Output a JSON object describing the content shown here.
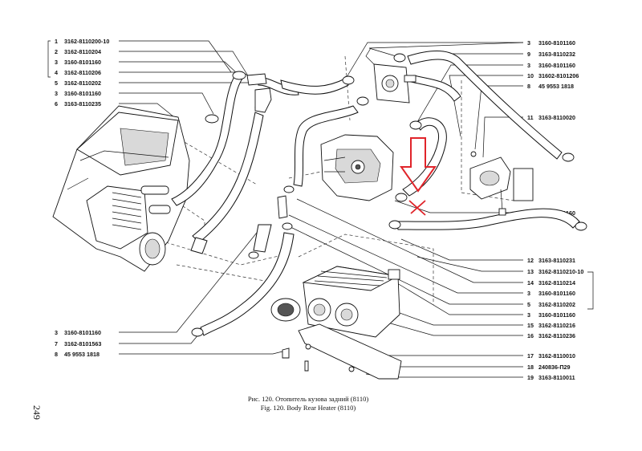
{
  "page_number": "249",
  "caption": {
    "ru": "Рис. 120. Отопитель кузова задний (8110)",
    "en": "Fig. 120. Body Rear Heater (8110)"
  },
  "left_callouts": [
    {
      "num": "1",
      "part": "3162-8110200-10"
    },
    {
      "num": "2",
      "part": "3162-8110204"
    },
    {
      "num": "3",
      "part": "3160-8101160"
    },
    {
      "num": "4",
      "part": "3162-8110206"
    },
    {
      "num": "5",
      "part": "3162-8110202"
    },
    {
      "num": "3",
      "part": "3160-8101160"
    },
    {
      "num": "6",
      "part": "3163-8110235"
    },
    {
      "num": "3",
      "part": "3160-8101160"
    },
    {
      "num": "7",
      "part": "3162-8101563"
    },
    {
      "num": "8",
      "part": "45 9553 1818"
    }
  ],
  "right_callouts": [
    {
      "num": "3",
      "part": "3160-8101160"
    },
    {
      "num": "9",
      "part": "3163-8110232"
    },
    {
      "num": "3",
      "part": "3160-8101160"
    },
    {
      "num": "10",
      "part": "31602-8101206"
    },
    {
      "num": "8",
      "part": "45 9553 1818"
    },
    {
      "num": "11",
      "part": "3163-8110020"
    },
    {
      "num": "3",
      "part": "3160-8101160"
    },
    {
      "num": "12",
      "part": "3163-8110231"
    },
    {
      "num": "13",
      "part": "3162-8110210-10"
    },
    {
      "num": "14",
      "part": "3162-8110214"
    },
    {
      "num": "3",
      "part": "3160-8101160"
    },
    {
      "num": "5",
      "part": "3162-8110202"
    },
    {
      "num": "3",
      "part": "3160-8101160"
    },
    {
      "num": "15",
      "part": "3162-8110216"
    },
    {
      "num": "16",
      "part": "3162-8110236"
    },
    {
      "num": "17",
      "part": "3162-8110010"
    },
    {
      "num": "18",
      "part": "240836-П29"
    },
    {
      "num": "19",
      "part": "3163-8110011"
    }
  ],
  "colors": {
    "ink": "#111111",
    "marker_red": "#e0242a"
  }
}
